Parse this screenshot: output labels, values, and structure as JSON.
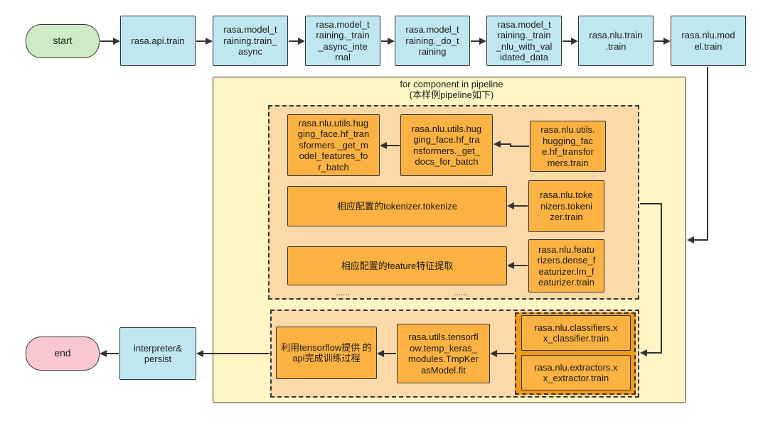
{
  "nodes": {
    "start": "start",
    "api_train": "rasa.api.train",
    "train_async": "rasa.model_t raining.train_ async",
    "train_async_internal": "rasa.model_t raining._train _async_inte rnal",
    "do_training": "rasa.model_t raining._do_t raining",
    "train_nlu_validated": "rasa.model_t raining._train _nlu_with_val idated_data",
    "nlu_train": "rasa.nlu.train .train",
    "nlu_model_train": "rasa.nlu.mod el.train",
    "hf_get_model_features": "rasa.nlu.utils.hug ging_face.hf_tran sformers._get_m odel_features_fo r_batch",
    "hf_get_docs": "rasa.nlu.utils.hug ging_face.hf_tra nsformers._get_ docs_for_batch",
    "hf_transformers_train": "rasa.nlu.utils. hugging_fac e.hf_transfor mers.train",
    "tokenize": "相应配置的tokenizer.tokenize",
    "tokenizers_train": "rasa.nlu.toke nizers.tokeni zer.train",
    "feature_extract": "相应配置的feature特征提取",
    "featurizer_train": "rasa.nlu.featu rizers.dense_f eaturizer.lm_f eaturizer.train",
    "classifier_train": "rasa.nlu.classifiers.x x_classifier.train",
    "extractor_train": "rasa.nlu.extractors.x x_extractor.train",
    "tf_model_fit": "rasa.utils.tensorfl ow.temp_keras_ modules.TmpKer asModel.fit",
    "tensorflow_train": "利用tensorflow提供 的api完成训练过程",
    "interpreter_persist": "interpreter& persist",
    "end": "end"
  },
  "pipeline_label": {
    "line1": "for component in pipeline",
    "line2": "(本样例pipeline如下)"
  },
  "ellipsis_left": "......",
  "ellipsis_mid": "......"
}
